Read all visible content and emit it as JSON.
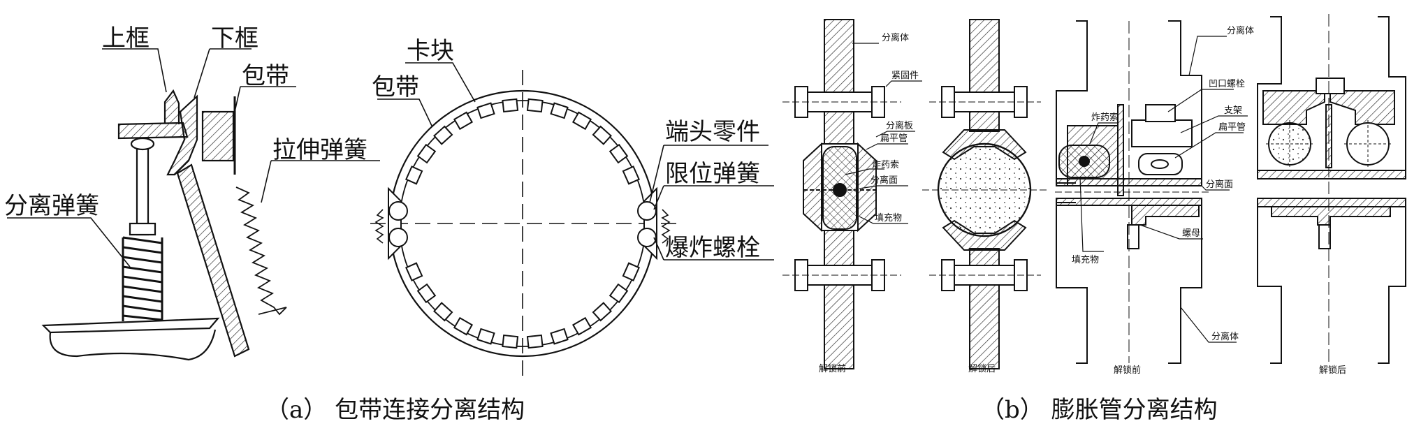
{
  "panel_a": {
    "caption": "（a） 包带连接分离结构",
    "left_labels": {
      "upper_frame": "上框",
      "lower_frame": "下框",
      "band": "包带",
      "tension_spring": "拉伸弹簧",
      "separation_spring": "分离弹簧"
    },
    "ring_labels": {
      "clamp_block": "卡块",
      "band": "包带",
      "end_fitting": "端头零件",
      "limit_spring": "限位弹簧",
      "explosive_bolt": "爆炸螺栓"
    }
  },
  "panel_b": {
    "caption": "（b） 膨胀管分离结构",
    "d1": {
      "separation_body": "分离体",
      "fastener": "紧固件",
      "separation_plate": "分离板",
      "flat_tube": "扁平管",
      "explosive_cord": "炸药索",
      "separation_plane": "分离面",
      "filler": "填充物",
      "state": "解锁前"
    },
    "d2": {
      "state": "解锁后"
    },
    "d3": {
      "separation_body_top": "分离体",
      "explosive_cord": "炸药索",
      "recess_bolt": "凹口螺栓",
      "bracket": "支架",
      "flat_tube": "扁平管",
      "separation_plane": "分离面",
      "nut": "螺母",
      "filler": "填充物",
      "separation_body_bottom": "分离体",
      "state": "解锁前"
    },
    "d4": {
      "state": "解锁后"
    }
  }
}
